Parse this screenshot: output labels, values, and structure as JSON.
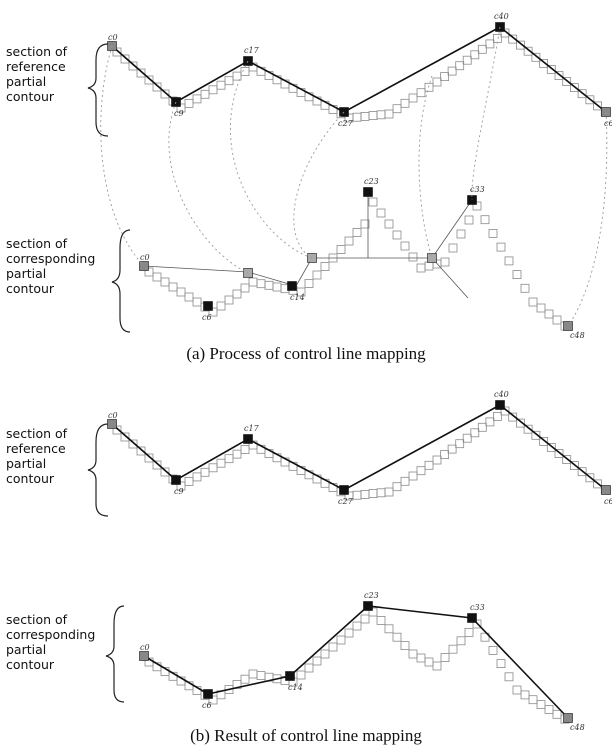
{
  "panel_a": {
    "caption": "(a) Process of control line mapping",
    "reference_label": [
      "section of",
      "reference",
      "partial",
      "contour"
    ],
    "corresponding_label": [
      "section of",
      "corresponding",
      "partial",
      "contour"
    ],
    "reference_points": [
      "c0",
      "c9",
      "c17",
      "c27",
      "c40",
      "c6"
    ],
    "corresponding_points": [
      "c0",
      "c6",
      "c14",
      "c23",
      "c33",
      "c48"
    ]
  },
  "panel_b": {
    "caption": "(b) Result of control line mapping",
    "reference_label": [
      "section of",
      "reference",
      "partial",
      "contour"
    ],
    "corresponding_label": [
      "section of",
      "corresponding",
      "partial",
      "contour"
    ],
    "reference_points": [
      "c0",
      "c9",
      "c17",
      "c27",
      "c40",
      "c6"
    ],
    "corresponding_points": [
      "c0",
      "c6",
      "c14",
      "c23",
      "c33",
      "c48"
    ]
  }
}
